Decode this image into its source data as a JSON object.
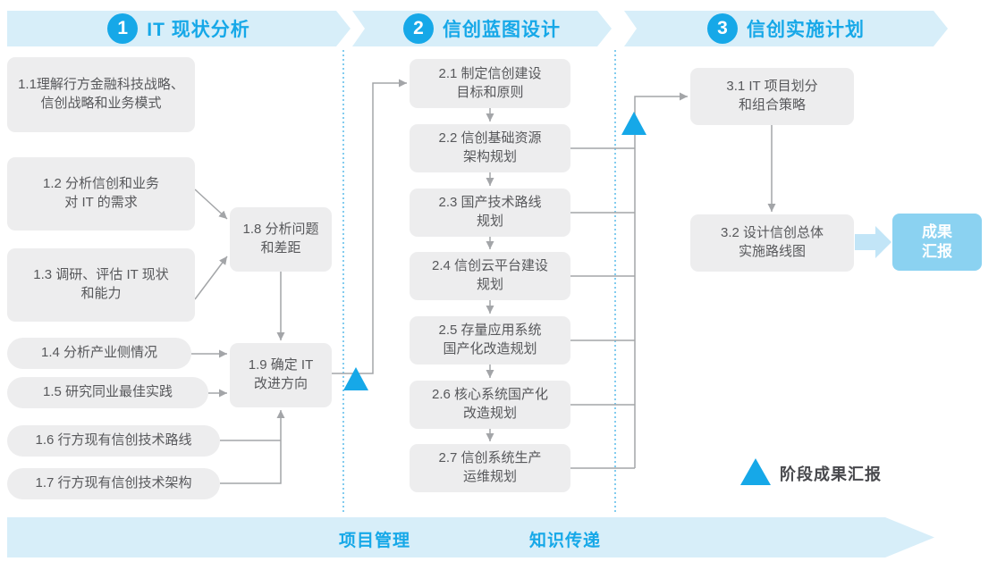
{
  "phase_bar": {
    "phases": [
      {
        "number": "1",
        "title": "IT 现状分析"
      },
      {
        "number": "2",
        "title": "信创蓝图设计"
      },
      {
        "number": "3",
        "title": "信创实施计划"
      }
    ]
  },
  "phase1": {
    "b11": "1.1理解行方金融科技战略、\n信创战略和业务模式",
    "b12": "1.2 分析信创和业务\n对 IT 的需求",
    "b13": "1.3 调研、评估 IT 现状\n和能力",
    "b14": "1.4 分析产业侧情况",
    "b15": "1.5 研究同业最佳实践",
    "b16": "1.6 行方现有信创技术路线",
    "b17": "1.7 行方现有信创技术架构",
    "b18": "1.8 分析问题\n和差距",
    "b19": "1.9 确定 IT\n改进方向"
  },
  "phase2": {
    "b21": "2.1 制定信创建设\n目标和原则",
    "b22": "2.2 信创基础资源\n架构规划",
    "b23": "2.3 国产技术路线\n规划",
    "b24": "2.4 信创云平台建设\n规划",
    "b25": "2.5 存量应用系统\n国产化改造规划",
    "b26": "2.6 核心系统国产化\n改造规划",
    "b27": "2.7 信创系统生产\n运维规划"
  },
  "phase3": {
    "b31": "3.1 IT 项目划分\n和组合策略",
    "b32": "3.2 设计信创总体\n实施路线图",
    "result": "成果\n汇报"
  },
  "legend": {
    "label": "阶段成果汇报"
  },
  "footer": {
    "left": "项目管理",
    "right": "知识传递"
  },
  "colors": {
    "accent_blue": "#16A8E8",
    "banner_bg": "#D7EEF9",
    "box_bg": "#EDEDEE",
    "box_text": "#57585B",
    "connector_gray": "#A3A5A8",
    "result_box_bg": "#8BD2F1",
    "thick_arrow": "#C2E5F7"
  }
}
